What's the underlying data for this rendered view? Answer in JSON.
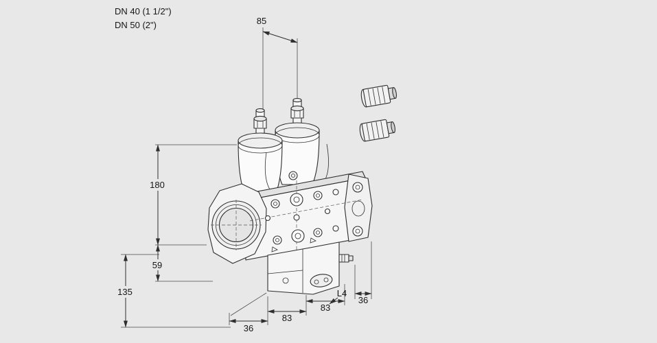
{
  "page": {
    "background_color": "#e8e8e8",
    "line_color": "#2e2e2e"
  },
  "diagram": {
    "header": {
      "line1": "DN 40 (1 1/2\")",
      "line2": "DN 50 (2\")"
    },
    "dims": {
      "d85": "85",
      "d180": "180",
      "d59": "59",
      "d135": "135",
      "d36_bottom": "36",
      "d83_left": "83",
      "d83_right": "83",
      "dL4": "L4",
      "d36_right": "36"
    }
  }
}
